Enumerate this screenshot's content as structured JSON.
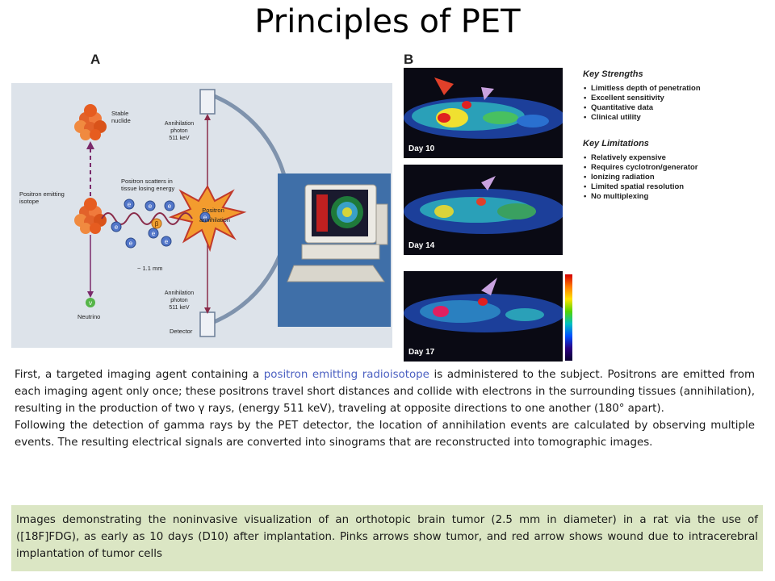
{
  "title": "Principles of PET",
  "panel_a_letter": "A",
  "panel_b_letter": "B",
  "diagram_a": {
    "stable_nuclide": "Stable\nnuclide",
    "positron_emitting_isotope": "Positron emitting\nisotope",
    "positron_scatters": "Positron scatters in\ntissue losing energy",
    "annihilation_photon_top": "Annihilation\nphoton\n511 keV",
    "annihilation_photon_bottom": "Annihilation\nphoton\n511 keV",
    "positron_annihilation": "Positron\nannihilation",
    "distance": "~ 1.1 mm",
    "neutrino": "Neutrino",
    "detector": "Detector",
    "electron_symbol": "e",
    "beta_symbol": "β",
    "nu_symbol": "ν"
  },
  "scans": [
    {
      "day": "Day 10"
    },
    {
      "day": "Day 14"
    },
    {
      "day": "Day 17"
    }
  ],
  "key_strengths": {
    "heading": "Key Strengths",
    "items": [
      "Limitless depth of penetration",
      "Excellent sensitivity",
      "Quantitative data",
      "Clinical utility"
    ]
  },
  "key_limitations": {
    "heading": "Key Limitations",
    "items": [
      "Relatively expensive",
      "Requires cyclotron/generator",
      "Ionizing radiation",
      "Limited spatial resolution",
      "No multiplexing"
    ]
  },
  "paragraph1": {
    "before": "First, a targeted imaging agent containing a ",
    "highlight": "positron emitting radioisotope",
    "after": " is administered to the subject. Positrons are emitted from each imaging agent only once; these positrons travel short distances and collide with electrons in the surrounding tissues (annihilation), resulting in the production of two γ rays, (energy 511 keV), traveling at opposite directions to one another (180° apart)."
  },
  "paragraph2": "Following the detection of gamma rays by the PET detector, the location of annihilation events are calculated by observing multiple events. The resulting electrical signals are converted into sinograms that are reconstructed into tomographic images.",
  "caption": "Images demonstrating the noninvasive visualization of an orthotopic brain tumor (2.5 mm in diameter) in a rat via the use of ([18F]FDG), as early as 10 days (D10) after implantation. Pinks arrows show tumor, and red arrow shows wound due to intracerebral implantation of tumor cells",
  "colors": {
    "highlight_text": "#4a5fc1",
    "caption_background": "#dbe6c4",
    "diagram_background": "#dde3ea",
    "pink_arrow": "#c9a2e0",
    "red_arrow": "#e0402a"
  }
}
